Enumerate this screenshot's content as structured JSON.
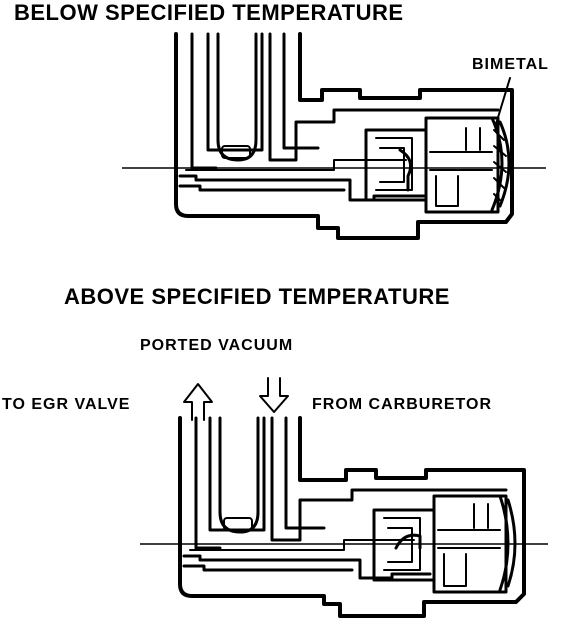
{
  "diagrams": [
    {
      "heading": "BELOW SPECIFIED TEMPERATURE",
      "labels": {
        "bimetal": "BIMETAL"
      }
    },
    {
      "heading": "ABOVE SPECIFIED TEMPERATURE",
      "labels": {
        "ported_vacuum": "PORTED VACUUM",
        "to_egr_valve": "TO EGR VALVE",
        "from_carburetor": "FROM CARBURETOR"
      }
    }
  ]
}
